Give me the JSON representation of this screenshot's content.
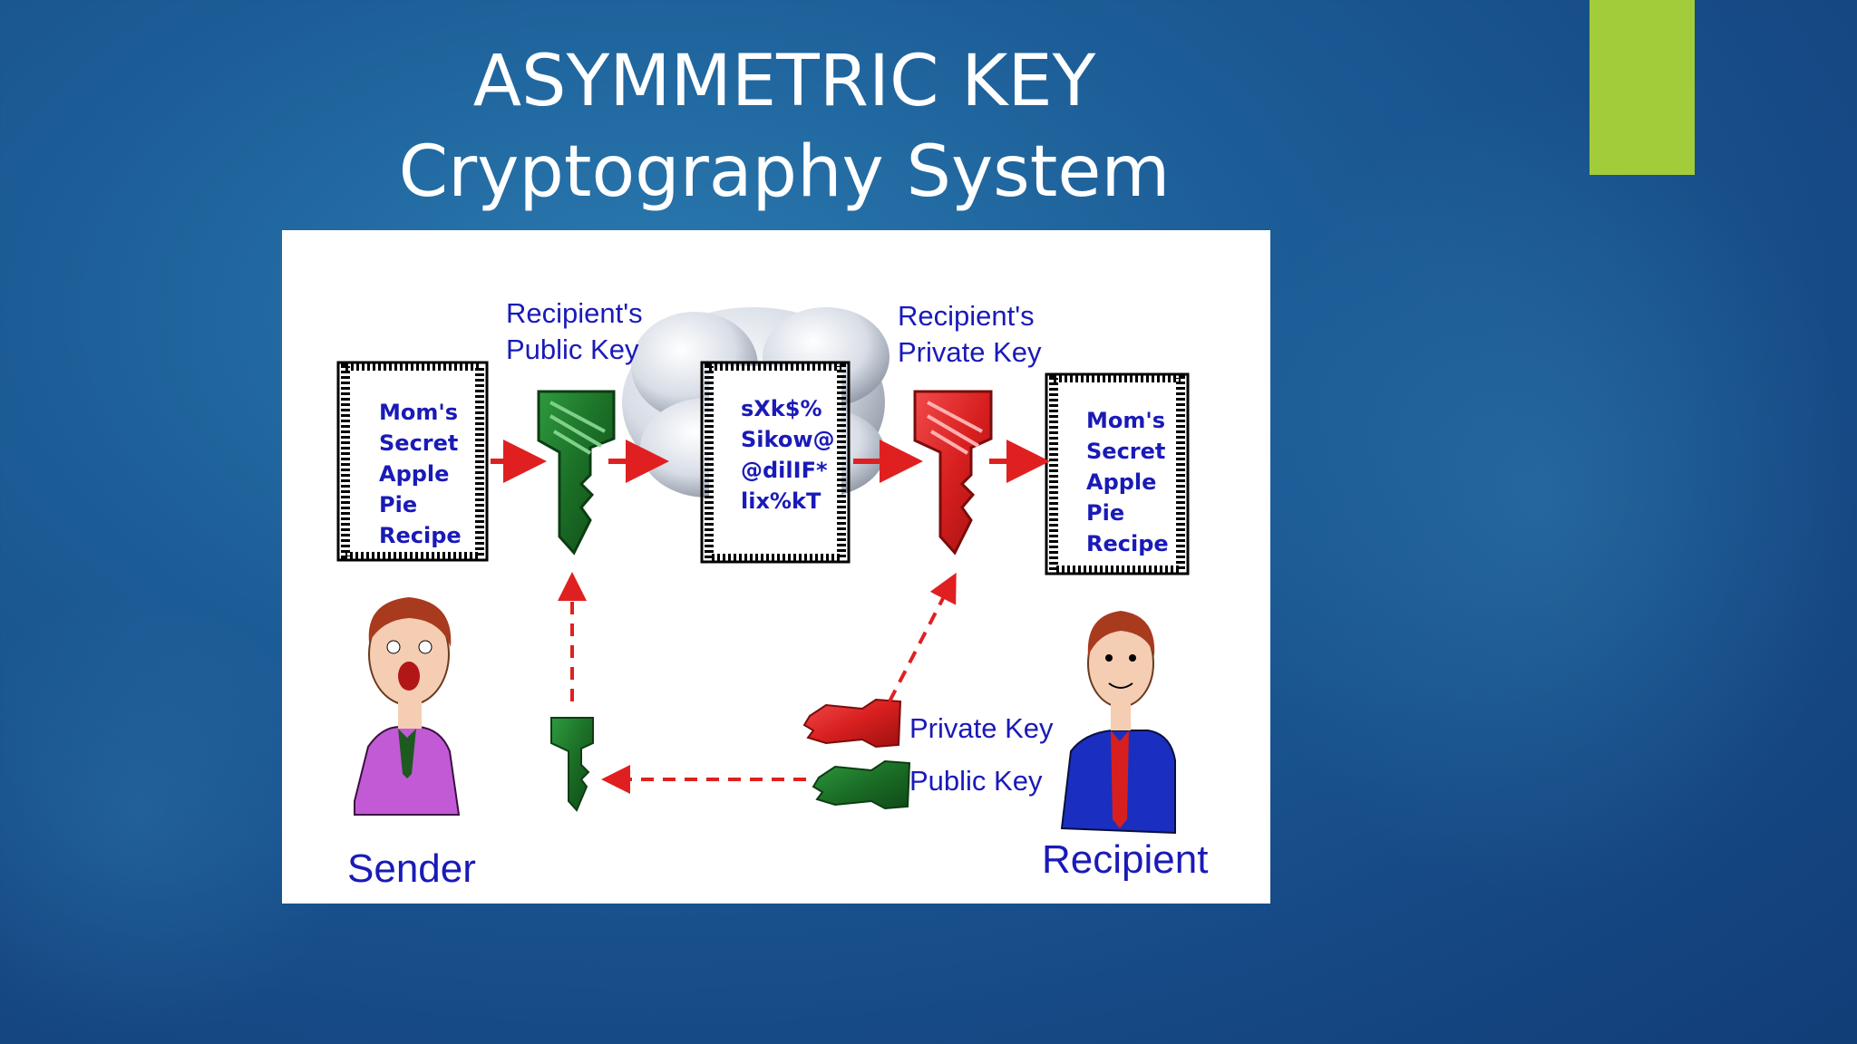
{
  "slide": {
    "title_line1": "ASYMMETRIC KEY",
    "title_line2": "Cryptography  System",
    "accent_color": "#a2cc39"
  },
  "diagram": {
    "label_public_key_top": [
      "Recipient's",
      "Public Key"
    ],
    "label_private_key_top": [
      "Recipient's",
      "Private Key"
    ],
    "plaintext_doc_left": [
      "Mom's",
      "Secret",
      "Apple",
      "Pie",
      "Recipe"
    ],
    "ciphertext_doc": [
      "sXk$%",
      "Sikow@",
      "@dilIF*",
      "lix%kT"
    ],
    "plaintext_doc_right": [
      "Mom's",
      "Secret",
      "Apple",
      "Pie",
      "Recipe"
    ],
    "key_pair_private": "Private Key",
    "key_pair_public": "Public Key",
    "sender_label": "Sender",
    "recipient_label": "Recipient",
    "colors": {
      "public_key": "#1f7a2a",
      "private_key": "#d81f1f",
      "arrow": "#e02020",
      "text": "#1a1ab8"
    },
    "icons": [
      "document-icon",
      "public-key-icon",
      "private-key-icon",
      "cloud-icon",
      "sender-person-icon",
      "recipient-person-icon"
    ]
  }
}
